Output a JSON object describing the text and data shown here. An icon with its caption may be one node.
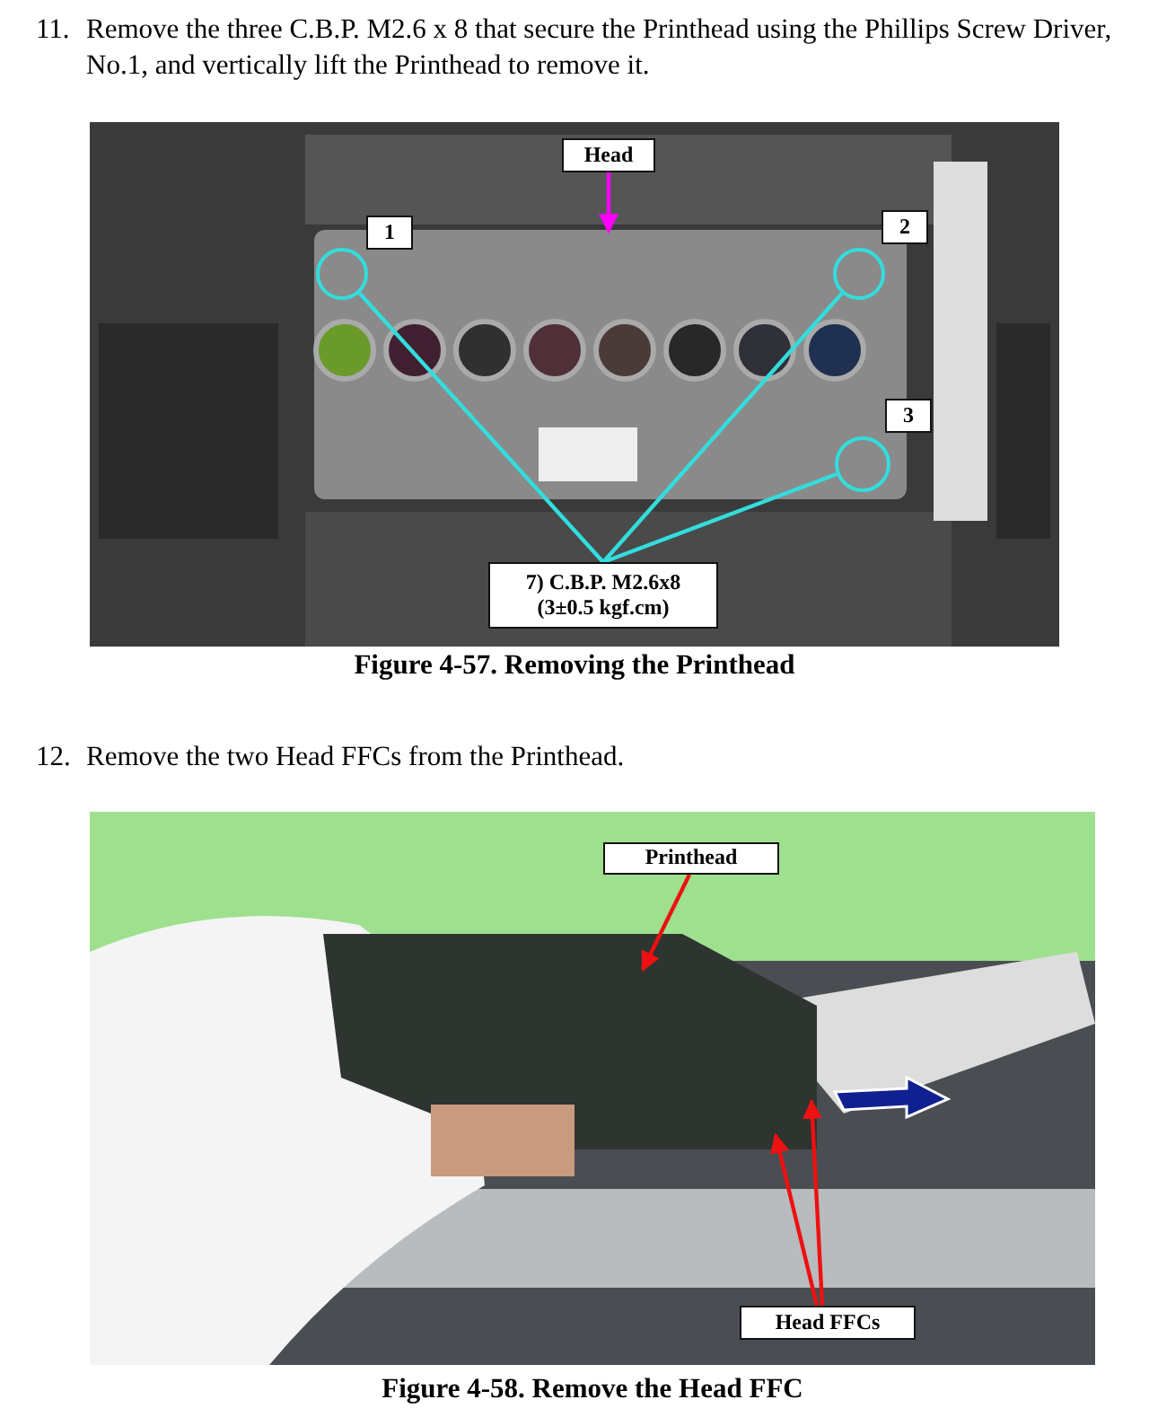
{
  "diagram": {
    "nodes": [
      {
        "text": [
          "Head"
        ]
      },
      {
        "text": [
          "1"
        ]
      },
      {
        "text": [
          "2"
        ]
      },
      {
        "text": [],
        "shape": "circle"
      },
      {
        "text": [],
        "shape": "circle"
      },
      {
        "text": [
          "3"
        ]
      },
      {
        "text": [],
        "shape": "circle"
      },
      {
        "text": [
          "7) C.B.P. M2.6x8 (3±0.5 kgf.cm)"
        ]
      },
      {
        "text": [
          "Printhead"
        ]
      },
      {
        "text": [
          "Head FFCs"
        ]
      }
    ],
    "edges": [
      {
        "from": 0,
        "to": null,
        "arrow": "to",
        "color": "#ff00ff"
      },
      {
        "from": 7,
        "to": 3,
        "arrow": "none",
        "color": "#33dddd"
      },
      {
        "from": 7,
        "to": 4,
        "arrow": "none",
        "color": "#33dddd"
      },
      {
        "from": 7,
        "to": 6,
        "arrow": "none",
        "color": "#33dddd"
      },
      {
        "from": 8,
        "to": null,
        "arrow": "to",
        "color": "#ee1111"
      },
      {
        "from": 9,
        "to": null,
        "arrow": "to",
        "color": "#ee1111"
      },
      {
        "from": 9,
        "to": null,
        "arrow": "to",
        "color": "#ee1111"
      }
    ],
    "labels": [
      "11.",
      "Remove the three C.B.P. M2.6 x 8 that secure the Printhead using the Phillips Screw Driver, No.1, and vertically lift the Printhead to remove it.",
      "Figure 4-57. Removing the Printhead",
      "12.",
      "Remove the two Head FFCs from the Printhead.",
      "Figure 4-58. Remove the Head FFC"
    ]
  }
}
